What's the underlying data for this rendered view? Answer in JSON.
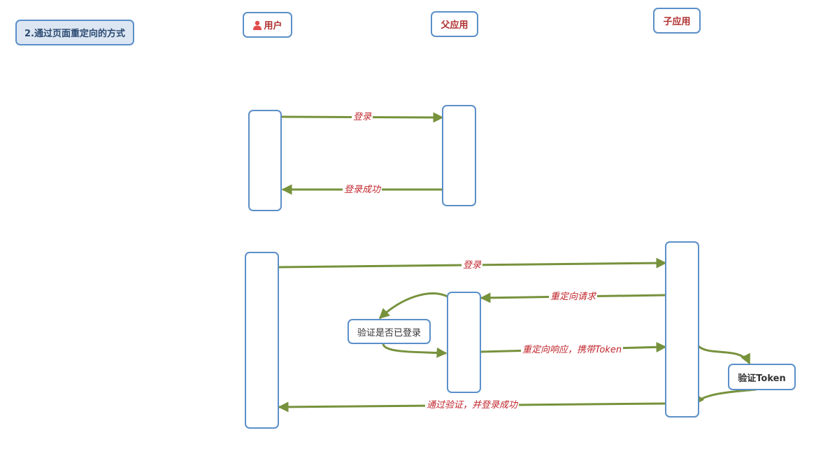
{
  "title": "2.通过页面重定向的方式",
  "actors": {
    "user": "用户",
    "parent": "父应用",
    "child": "子应用"
  },
  "notes": {
    "check_login": "验证是否已登录",
    "verify_token": "验证Token"
  },
  "messages": {
    "s1_login": "登录",
    "s1_login_success": "登录成功",
    "s2_login": "登录",
    "s2_redirect_request": "重定向请求",
    "s2_redirect_response": "重定向响应，携带Token",
    "s2_pass_verify": "通过验证，并登录成功"
  },
  "colors": {
    "arrow": "#76923c",
    "box_border": "#5b8fc9",
    "message_text": "#c0272d",
    "title_fill": "#dce6f2",
    "user_icon": "#e04b4b"
  },
  "icons": {
    "user": "user-icon"
  }
}
